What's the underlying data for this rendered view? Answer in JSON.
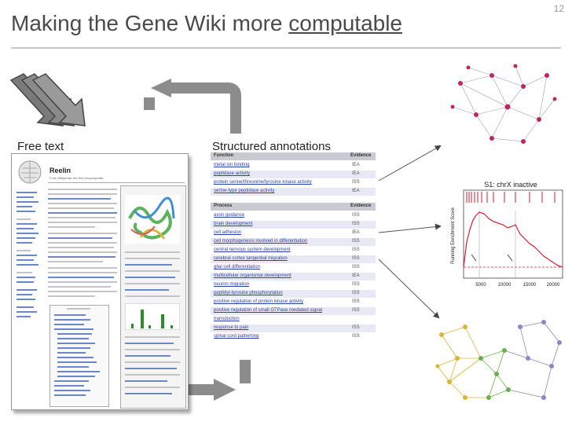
{
  "slide": {
    "number": "12",
    "title_prefix": "Making the Gene Wiki more ",
    "title_emphasis": "computable"
  },
  "labels": {
    "free_text": "Free text",
    "structured": "Structured annotations"
  },
  "wiki": {
    "article_title": "Reelin",
    "tagline": "From Wikipedia, the free encyclopedia"
  },
  "annotations": {
    "function_header": "Function",
    "process_header": "Process",
    "evidence_header": "Evidence",
    "function_rows": [
      {
        "term": "metal ion binding",
        "code": "IEA"
      },
      {
        "term": "peptidase activity",
        "code": "IEA"
      },
      {
        "term": "protein serine/threonine/tyrosine kinase activity",
        "code": "ISS"
      },
      {
        "term": "serine-type peptidase activity",
        "code": "IEA"
      }
    ],
    "process_rows": [
      {
        "term": "axon guidance",
        "code": "ISS"
      },
      {
        "term": "brain development",
        "code": "ISS"
      },
      {
        "term": "cell adhesion",
        "code": "IEA"
      },
      {
        "term": "cell morphogenesis involved in differentiation",
        "code": "ISS"
      },
      {
        "term": "central nervous system development",
        "code": "ISS"
      },
      {
        "term": "cerebral cortex tangential migration",
        "code": "ISS"
      },
      {
        "term": "glial cell differentiation",
        "code": "ISS"
      },
      {
        "term": "multicellular organismal development",
        "code": "IEA"
      },
      {
        "term": "neuron migration",
        "code": "ISS"
      },
      {
        "term": "peptidyl-tyrosine phosphorylation",
        "code": "ISS"
      },
      {
        "term": "positive regulation of protein kinase activity",
        "code": "ISS"
      },
      {
        "term": "positive regulation of small GTPase mediated signal",
        "code": "ISS"
      },
      {
        "term": "transduction",
        "code": ""
      },
      {
        "term": "response to pain",
        "code": "ISS"
      },
      {
        "term": "spinal cord patterning",
        "code": "ISS"
      }
    ]
  },
  "gsea": {
    "title": "S1: chrX inactive",
    "ylabel": "Running Enrichment Score",
    "ticks": [
      "5000",
      "10000",
      "15000",
      "20000"
    ]
  },
  "colors": {
    "arrow_gray": "#8c8c8c",
    "arrow_dark": "#6a6a6a",
    "link_blue": "#2b3fa8",
    "gsea_red": "#d2202f"
  }
}
